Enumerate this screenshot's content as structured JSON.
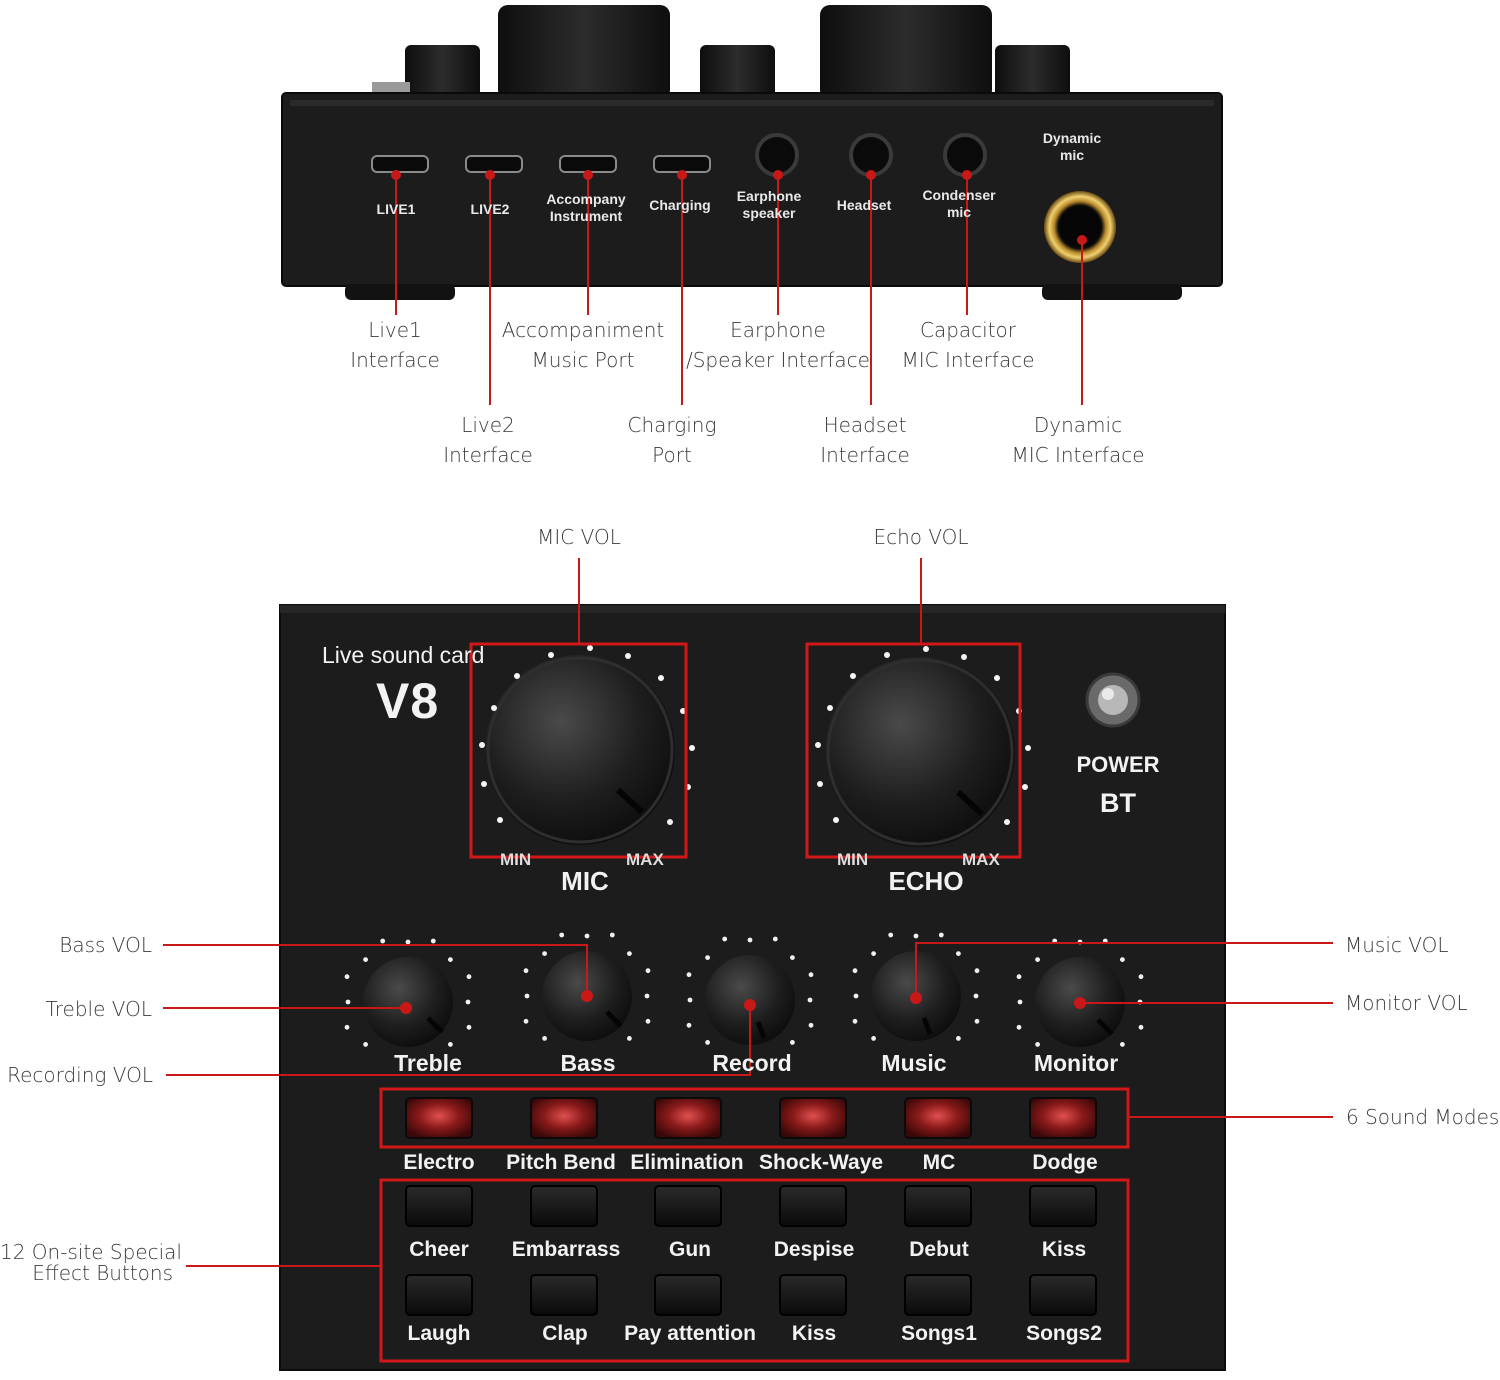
{
  "rear_panel": {
    "ports": [
      {
        "label": "LIVE1"
      },
      {
        "label": "LIVE2"
      },
      {
        "label": "Accompany\nInstrument"
      },
      {
        "label": "Charging"
      },
      {
        "label": "Earphone\nspeaker"
      },
      {
        "label": "Headset"
      },
      {
        "label": "Condenser\nmic"
      },
      {
        "label": "Dynamic\nmic"
      }
    ],
    "callouts": [
      {
        "line1": "Live1",
        "line2": "Interface"
      },
      {
        "line1": "Live2",
        "line2": "Interface"
      },
      {
        "line1": "Accompaniment",
        "line2": "Music Port"
      },
      {
        "line1": "Charging",
        "line2": "Port"
      },
      {
        "line1": "Earphone",
        "line2": "/Speaker Interface"
      },
      {
        "line1": "Headset",
        "line2": "Interface"
      },
      {
        "line1": "Capacitor",
        "line2": "MIC Interface"
      },
      {
        "line1": "Dynamic",
        "line2": "MIC Interface"
      }
    ]
  },
  "top_panel": {
    "brand": "Live sound card",
    "model": "V8",
    "power_label": "POWER",
    "bt_label": "BT",
    "big_knobs": [
      {
        "label": "MIC",
        "min": "MIN",
        "max": "MAX",
        "callout": "MIC VOL"
      },
      {
        "label": "ECHO",
        "min": "MIN",
        "max": "MAX",
        "callout": "Echo VOL"
      }
    ],
    "small_knobs": [
      {
        "label": "Treble"
      },
      {
        "label": "Bass"
      },
      {
        "label": "Record"
      },
      {
        "label": "Music"
      },
      {
        "label": "Monitor"
      }
    ],
    "side_callouts": {
      "bass": "Bass VOL",
      "treble": "Treble VOL",
      "recording": "Recording VOL",
      "music": "Music VOL",
      "monitor": "Monitor VOL",
      "sound_modes": "6 Sound Modes",
      "effects_line1": "12 On-site Special",
      "effects_line2": "Effect Buttons"
    },
    "sound_modes": [
      "Electro",
      "Pitch Bend",
      "Elimination",
      "Shock-Waye",
      "MC",
      "Dodge"
    ],
    "effects_row1": [
      "Cheer",
      "Embarrass",
      "Gun",
      "Despise",
      "Debut",
      "Kiss"
    ],
    "effects_row2": [
      "Laugh",
      "Clap",
      "Pay attention",
      "Kiss",
      "Songs1",
      "Songs2"
    ]
  },
  "colors": {
    "device": "#1c1c1c",
    "accent": "#d01818",
    "text_light": "#f2f2f2",
    "callout_text": "#3a3a3a"
  }
}
